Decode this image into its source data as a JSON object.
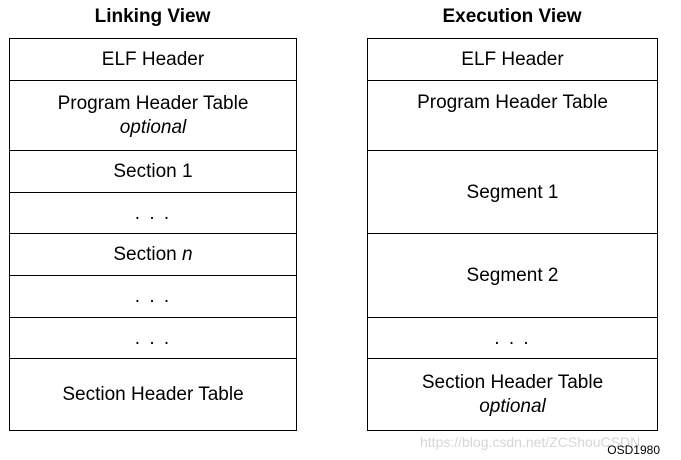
{
  "titles": {
    "linking": "Linking View",
    "execution": "Execution View"
  },
  "linking_view": {
    "elf_header": "ELF Header",
    "program_header_table": "Program Header Table",
    "program_header_optional": "optional",
    "section_1": "Section 1",
    "dots_1": ". . .",
    "section_n_prefix": "Section",
    "section_n_var": "n",
    "dots_2": ". . .",
    "dots_3": ". . .",
    "section_header_table": "Section Header Table"
  },
  "execution_view": {
    "elf_header": "ELF Header",
    "program_header_table": "Program Header Table",
    "segment_1": "Segment 1",
    "segment_2": "Segment 2",
    "dots": ". . .",
    "section_header_table": "Section Header Table",
    "section_header_optional": "optional"
  },
  "figure_id": "OSD1980",
  "watermark": "https://blog.csdn.net/ZCShouCSDN"
}
